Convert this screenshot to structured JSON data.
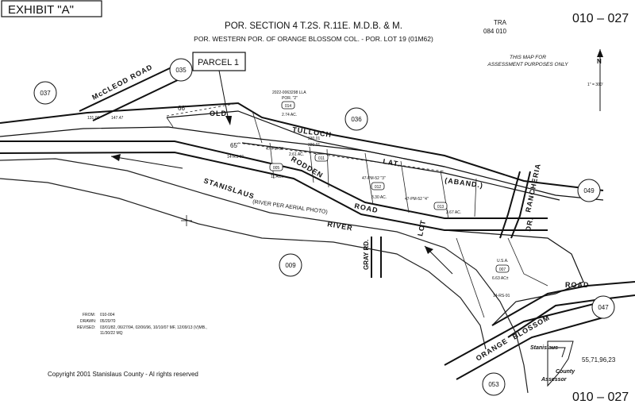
{
  "exhibit_label": "EXHIBIT \"A\"",
  "title_line1": "POR. SECTION 4 T.2S. R.11E. M.D.B. & M.",
  "title_line2": "POR. WESTERN POR. OF ORANGE BLOSSOM COL. - POR. LOT 19 (01M62)",
  "tra_label": "TRA",
  "tra_number": "084 010",
  "map_number": "010 – 027",
  "map_number_bottom": "010 – 027",
  "assessment_note_line1": "THIS MAP FOR",
  "assessment_note_line2": "ASSESSMENT PURPOSES ONLY",
  "north_symbol": "N",
  "scale": "1\" = 300'",
  "parcel_callout": "PARCEL 1",
  "adjacent_maps": [
    "037",
    "035",
    "036",
    "049",
    "009",
    "047",
    "053"
  ],
  "parcels": [
    {
      "number": "014",
      "acres": "2.74 AC."
    },
    {
      "number": "011",
      "acres": "2.61 AC."
    },
    {
      "number": "012",
      "acres": "3.30 AC."
    },
    {
      "number": "013",
      "acres": "3.67 AC."
    },
    {
      "number": "005",
      "acres": "11 AC±"
    },
    {
      "number": "007",
      "acres": "6.63 AC±"
    }
  ],
  "lla_note_line1": "2022-0063298 LLA",
  "lla_note_line2": "POR. \"2\"",
  "pm_labels": [
    "47-PM-52",
    "47-PM-52 \"3\"",
    "47-PM-52 \"4\""
  ],
  "rs_labels": [
    "14-RS-91",
    "14-RS-91"
  ],
  "usa_label": "U.S.A.",
  "dims": [
    "66'",
    "65'",
    "131.00",
    "147.47",
    "320.01",
    "330.01"
  ],
  "roads": {
    "mccleod": "McCLEOD ROAD",
    "old": "OLD",
    "tulloch": "TULLOCH",
    "lat": "LAT.",
    "aband": "(ABAND.)",
    "rodden": "RODDEN",
    "road": "ROAD",
    "rancheria": "RANCHERIA",
    "rancheria_dr": "DR.",
    "river": "RIVER",
    "lot": "LOT",
    "gray_rd": "GRAY RD.",
    "orange_blossom": "ORANGE",
    "blossom": "BLOSSOM",
    "road_right": "ROAD"
  },
  "stanislaus_river": "STANISLAUS",
  "river_note": "(RIVER PER AERIAL PHOTO)",
  "history": {
    "from_label": "FROM:",
    "from_value": "010-004",
    "drawn_label": "DRAWN:",
    "drawn_value": "05/20/70",
    "revised_label": "REVISED:",
    "revised_value_1": "03/01/82, 06/27/94, 02/06/96, 10/10/07 MF, 12/09/13 (V)MB.,",
    "revised_value_2": "11/30/22 MQ"
  },
  "copyright": "Copyright 2001 Stanislaus County - Al rights reserved",
  "page_refs": "55,71,96,23",
  "assessor_logo_line1": "Stanislaus",
  "assessor_logo_line2": "County",
  "assessor_logo_line3": "Assessor"
}
